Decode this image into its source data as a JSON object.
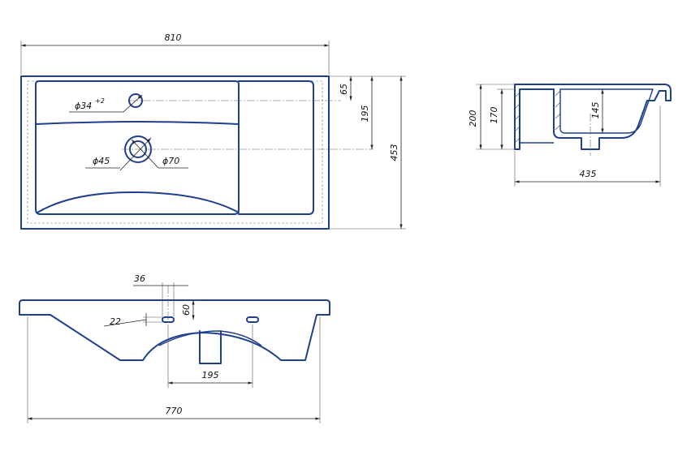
{
  "drawing": {
    "top_view": {
      "overall_width": "810",
      "overall_depth": "453",
      "tap_hole_offset": "65",
      "drain_offset": "195",
      "tap_hole_diameter": "ϕ34",
      "tap_hole_tolerance": "+2",
      "drain_diameter_inner": "ϕ45",
      "drain_diameter_outer": "ϕ70"
    },
    "side_view": {
      "total_height": "200",
      "basin_height": "170",
      "bowl_depth": "145",
      "depth": "435"
    },
    "front_view": {
      "hole_spacing": "36",
      "hole_height": "60",
      "hole_width": "22",
      "drain_width": "195",
      "bottom_width": "770"
    }
  },
  "colors": {
    "outline": "#1f3f8f",
    "dimension": "#222222"
  }
}
